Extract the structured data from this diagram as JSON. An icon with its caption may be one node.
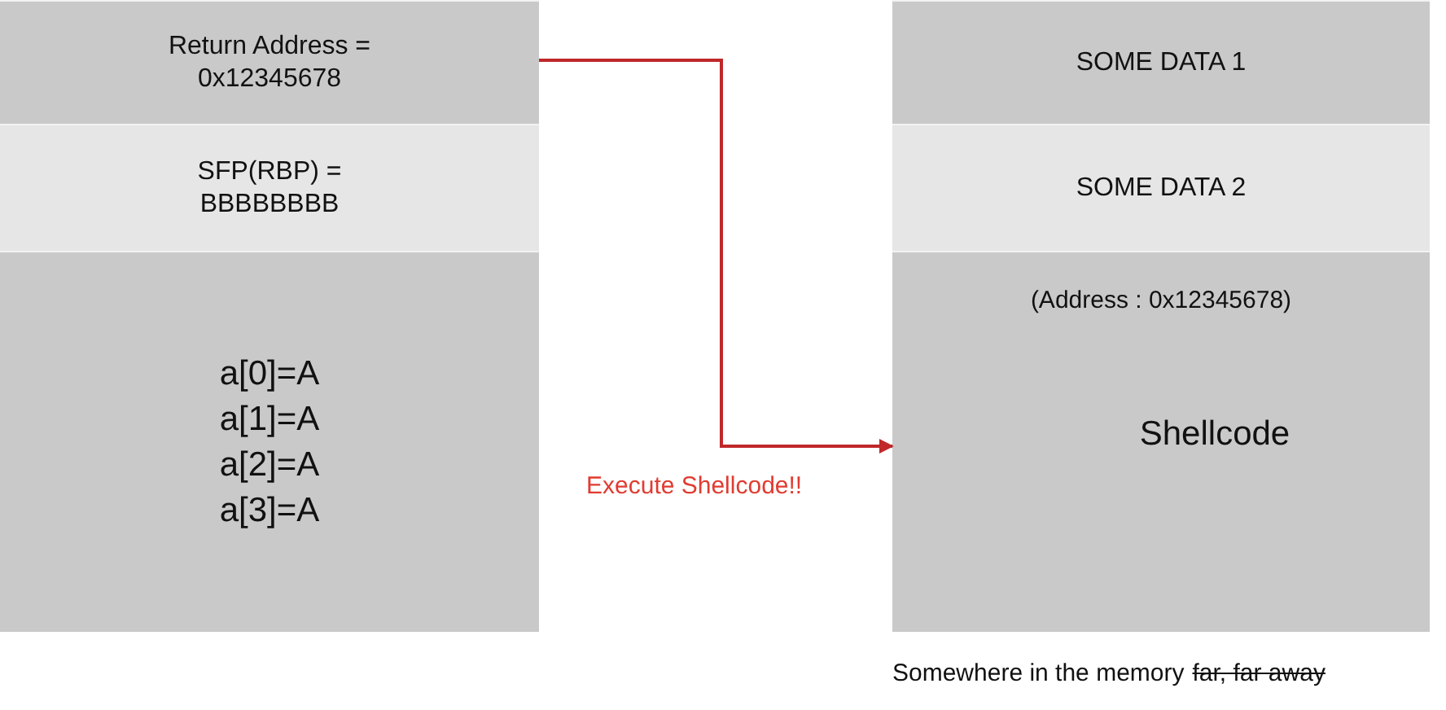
{
  "diagram": {
    "nodes": [
      {
        "text": [
          "Return Address = 0x12345678"
        ]
      },
      {
        "text": [
          "SFP(RBP) = BBBBBBBB"
        ]
      },
      {
        "text": [
          "a[0]=A",
          "a[1]=A",
          "a[2]=A",
          "a[3]=A"
        ]
      },
      {
        "text": [
          "SOME DATA 1"
        ]
      },
      {
        "text": [
          "SOME DATA 2"
        ]
      },
      {
        "text": [
          "(Address : 0x12345678)",
          "Shellcode"
        ]
      }
    ],
    "edges": [
      {
        "from": 0,
        "to": 5,
        "arrow": "to",
        "label": "Execute Shellcode!!"
      }
    ],
    "labels": [
      "Somewhere in the memory",
      "far, far away"
    ]
  }
}
